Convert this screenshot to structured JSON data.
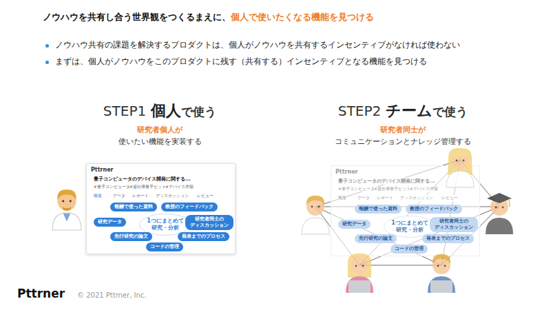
{
  "diagram": {
    "title": "ノウハウを共有し合う世界観をつくるまえに、",
    "nodes": [
      {
        "text": [
          "Pttrner",
          "量子コンピュータのデバイス開発に関する..."
        ]
      },
      {
        "text": [
          "報酬で使った資料"
        ],
        "in": 0
      },
      {
        "text": [
          "教授のフィードバック"
        ],
        "in": 0
      },
      {
        "text": [
          "研究データ"
        ],
        "in": 0
      },
      {
        "text": [
          "1つにまとめて 研究・分析"
        ],
        "in": 0
      },
      {
        "text": [
          "研究者同士の ディスカッション"
        ],
        "in": 0
      },
      {
        "text": [
          "先行研究の論文"
        ],
        "in": 0
      },
      {
        "text": [
          "発表までのプロセス"
        ],
        "in": 0
      },
      {
        "text": [
          "コードの管理"
        ],
        "in": 0
      },
      {
        "text": [
          "Pttrner",
          "量子コンピュータのデバイス開発に関する..."
        ]
      },
      {
        "text": [
          "報酬で使った資料"
        ],
        "in": 9
      },
      {
        "text": [
          "教授のフィードバック"
        ],
        "in": 9
      },
      {
        "text": [
          "研究データ"
        ],
        "in": 9
      },
      {
        "text": [
          "1つにまとめて 研究・分析"
        ],
        "in": 9
      },
      {
        "text": [
          "研究者同士の ディスカッション"
        ],
        "in": 9
      },
      {
        "text": [
          "先行研究の論文"
        ],
        "in": 9
      },
      {
        "text": [
          "発表までのプロセス"
        ],
        "in": 9
      },
      {
        "text": [
          "コードの管理"
        ],
        "in": 9
      }
    ],
    "labels": [
      "個人で使いたくなる機能を見つける",
      "ノウハウ共有の課題を解決するプロダクトは、個人がノウハウを共有するインセンティブがなければ使わない",
      "まずは、個人がノウハウをこのプロダクトに残す（共有する）インセンティブとなる機能を見つける",
      "STEP1",
      "個人",
      "で使う",
      "研究者個人が",
      "使いたい機能を実装する",
      "STEP2",
      "チーム",
      "で使う",
      "研究者同士が",
      "コミュニケーションとナレッジ管理する",
      "概要",
      "データ",
      "レポート",
      "ディスカッション",
      "レビュー",
      "概要",
      "データ",
      "レポート",
      "ディスカッション",
      "レビュー",
      "#量子コンピュータ",
      "#超伝導量子ビット",
      "#デバイス作製",
      "#量子コンピュータ",
      "#超伝導量子ビット",
      "#デバイス作製",
      "Pttrner",
      "© 2021 Pttrner, Inc."
    ]
  }
}
